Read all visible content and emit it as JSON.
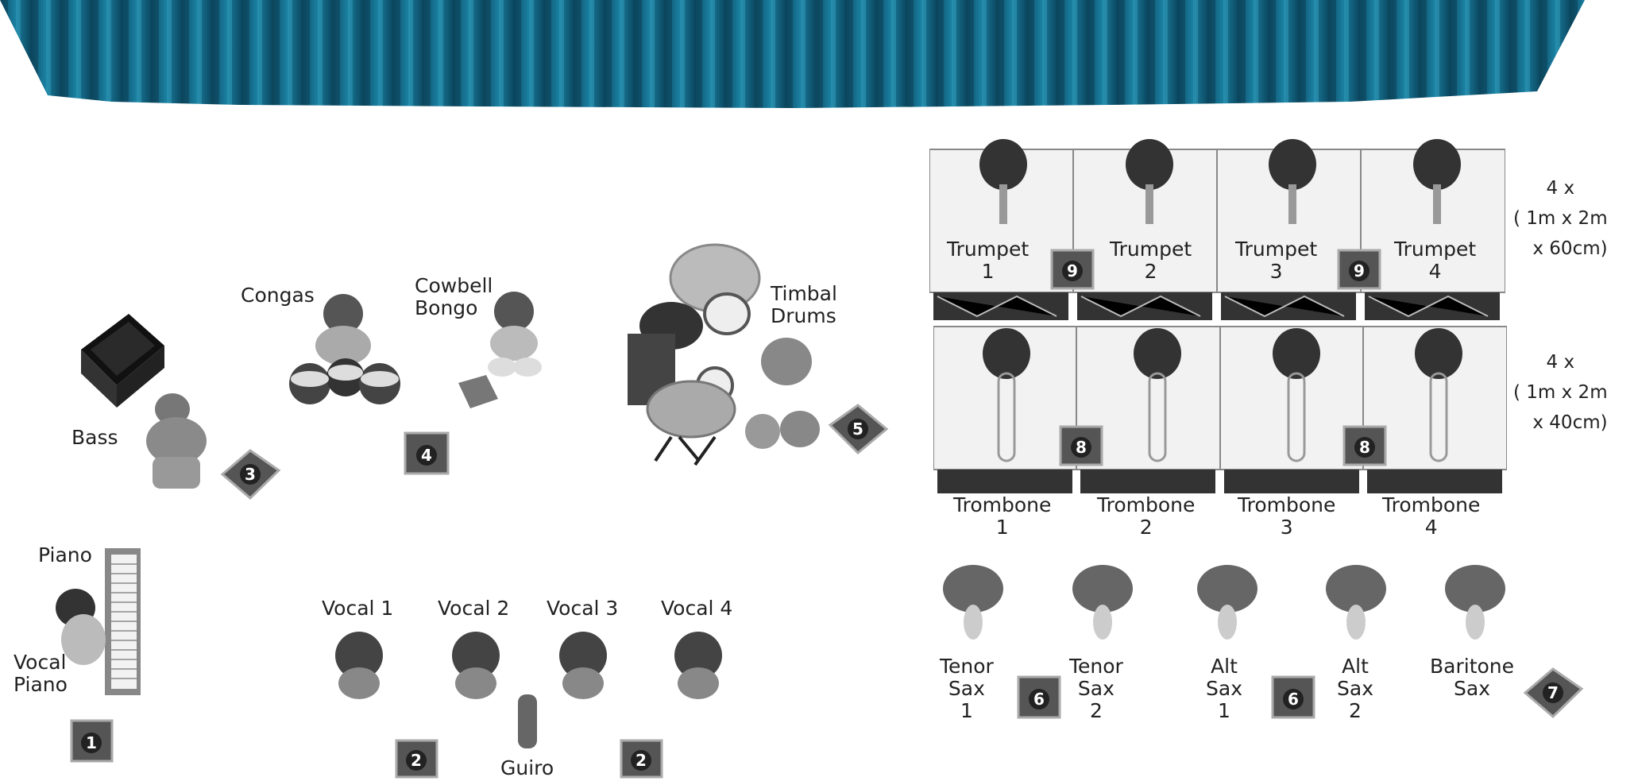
{
  "curtain": {
    "color": "#1a7fa0",
    "dark": "#0c4a63"
  },
  "riser_top_spec": {
    "line1": "4 x",
    "line2": "( 1m x 2m",
    "line3": "x 60cm)"
  },
  "riser_bottom_spec": {
    "line1": "4 x",
    "line2": "( 1m x 2m",
    "line3": "x 40cm)"
  },
  "labels": {
    "congas": "Congas",
    "cowbell": "Cowbell",
    "bongo": "Bongo",
    "timbal": "Timbal",
    "drums": "Drums",
    "bass": "Bass",
    "piano": "Piano",
    "vocal_piano_1": "Vocal",
    "vocal_piano_2": "Piano",
    "vocal1": "Vocal 1",
    "vocal2": "Vocal 2",
    "vocal3": "Vocal 3",
    "vocal4": "Vocal 4",
    "guiro": "Guiro"
  },
  "trumpets": [
    {
      "name": "Trumpet",
      "num": "1"
    },
    {
      "name": "Trumpet",
      "num": "2"
    },
    {
      "name": "Trumpet",
      "num": "3"
    },
    {
      "name": "Trumpet",
      "num": "4"
    }
  ],
  "trombones": [
    {
      "name": "Trombone",
      "num": "1"
    },
    {
      "name": "Trombone",
      "num": "2"
    },
    {
      "name": "Trombone",
      "num": "3"
    },
    {
      "name": "Trombone",
      "num": "4"
    }
  ],
  "saxes": [
    {
      "l1": "Tenor",
      "l2": "Sax",
      "l3": "1"
    },
    {
      "l1": "Tenor",
      "l2": "Sax",
      "l3": "2"
    },
    {
      "l1": "Alt",
      "l2": "Sax",
      "l3": "1"
    },
    {
      "l1": "Alt",
      "l2": "Sax",
      "l3": "2"
    },
    {
      "l1": "Baritone",
      "l2": "Sax",
      "l3": ""
    }
  ],
  "monitors": {
    "m1": "1",
    "m2a": "2",
    "m2b": "2",
    "m3": "3",
    "m4": "4",
    "m5": "5",
    "m6a": "6",
    "m6b": "6",
    "m7": "7",
    "m8a": "8",
    "m8b": "8",
    "m9a": "9",
    "m9b": "9"
  }
}
